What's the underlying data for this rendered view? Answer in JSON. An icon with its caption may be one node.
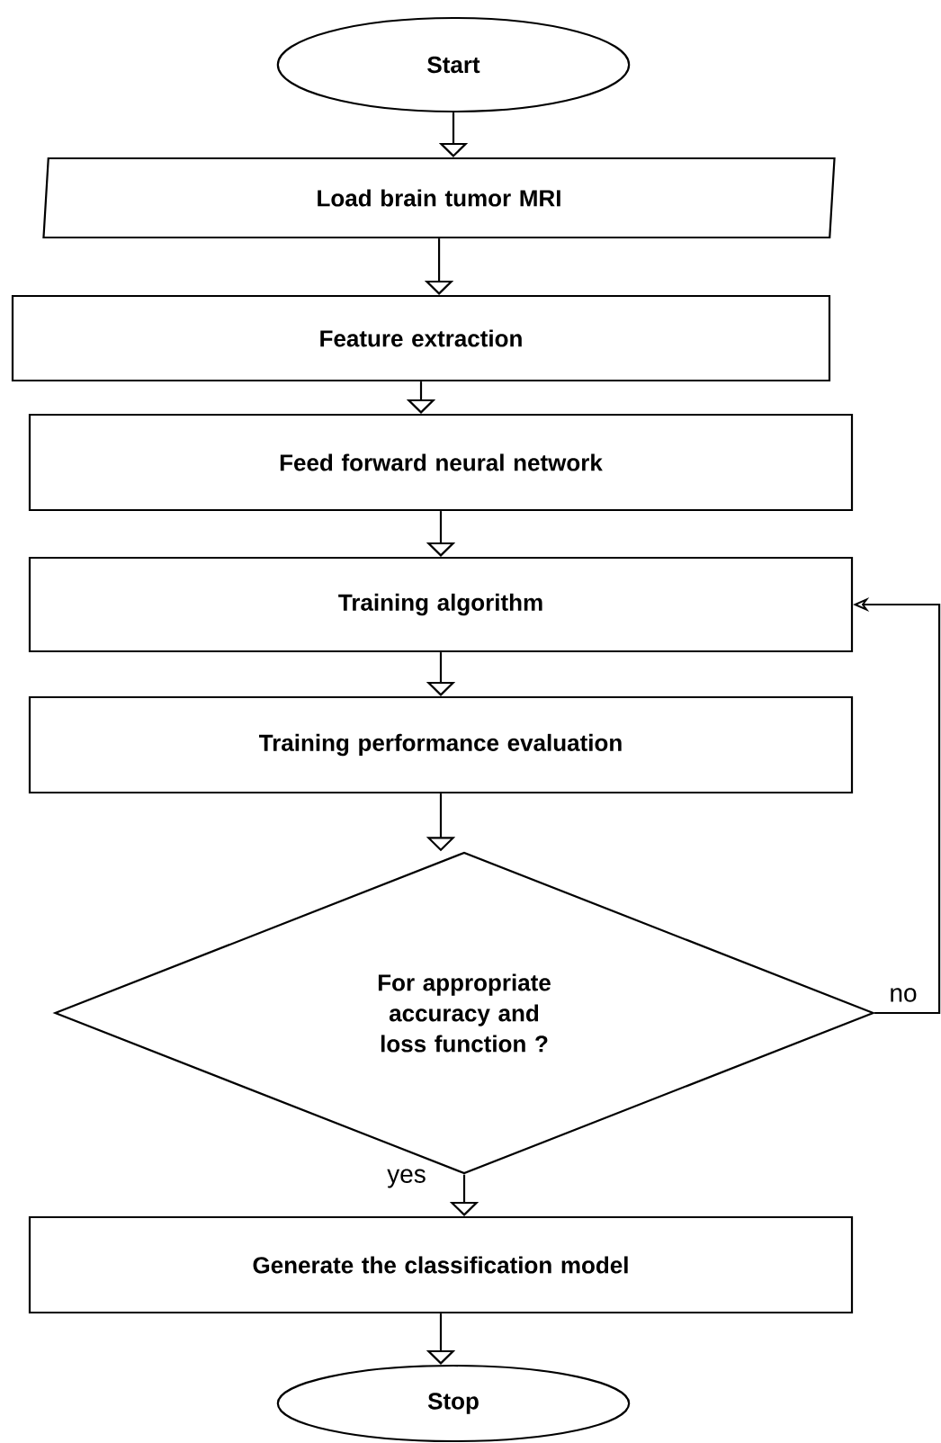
{
  "diagram": {
    "nodes": [
      {
        "text": [
          "Start"
        ]
      },
      {
        "text": [
          "Load brain tumor MRI"
        ]
      },
      {
        "text": [
          "Feature extraction"
        ]
      },
      {
        "text": [
          "Feed forward neural network"
        ]
      },
      {
        "text": [
          "Training algorithm"
        ]
      },
      {
        "text": [
          "Training performance evaluation"
        ]
      },
      {
        "text": [
          "For appropriate accuracy and loss function ?"
        ]
      },
      {
        "text": [
          "Generate the classification model"
        ]
      },
      {
        "text": [
          "Stop"
        ]
      }
    ],
    "edges": [
      {
        "from": 0,
        "to": 1,
        "arrow": "to"
      },
      {
        "from": 1,
        "to": 2,
        "arrow": "to"
      },
      {
        "from": 2,
        "to": 3,
        "arrow": "to"
      },
      {
        "from": 3,
        "to": 4,
        "arrow": "to"
      },
      {
        "from": 4,
        "to": 5,
        "arrow": "to"
      },
      {
        "from": 5,
        "to": 6,
        "arrow": "to"
      },
      {
        "from": 6,
        "to": 4,
        "arrow": "to",
        "label": "no"
      },
      {
        "from": 6,
        "to": 7,
        "arrow": "to",
        "label": "yes"
      },
      {
        "from": 7,
        "to": 8,
        "arrow": "to"
      }
    ]
  }
}
